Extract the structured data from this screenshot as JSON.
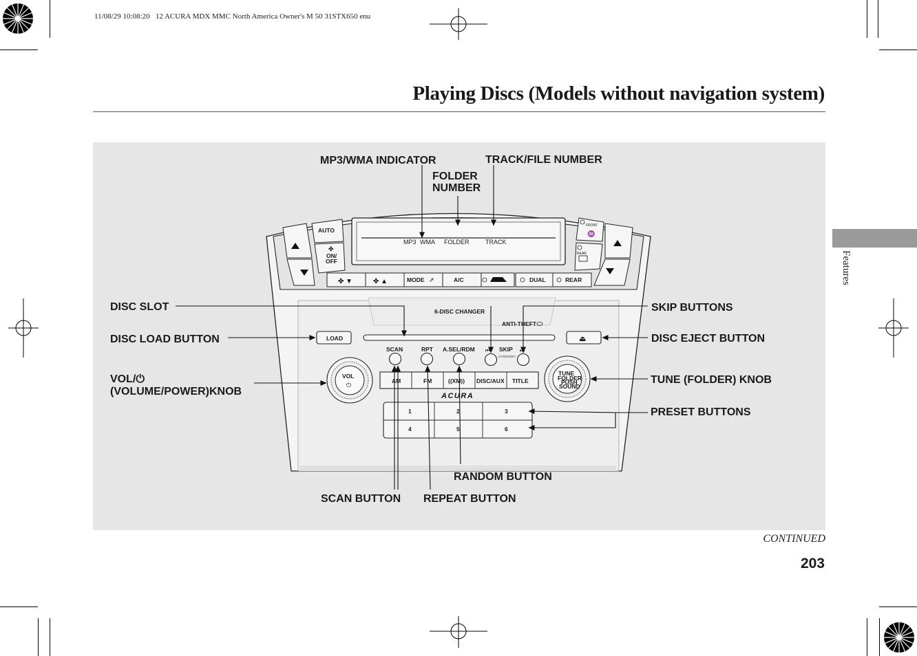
{
  "header": {
    "print_meta": "11/08/29 10:08:20   12 ACURA MDX MMC North America Owner's M 50 31STX650 enu",
    "title": "Playing Discs (Models without navigation system)"
  },
  "section_tab": {
    "label": "Features"
  },
  "footer": {
    "continued": "CONTINUED",
    "page_number": "203"
  },
  "callouts": {
    "mp3_wma_indicator": "MP3/WMA INDICATOR",
    "folder_number_line1": "FOLDER",
    "folder_number_line2": "NUMBER",
    "track_file_number": "TRACK/FILE NUMBER",
    "disc_slot": "DISC SLOT",
    "disc_load_button": "DISC LOAD BUTTON",
    "vol_knob_line1": "VOL/⏻",
    "vol_knob_line2": "(VOLUME/POWER)KNOB",
    "skip_buttons": "SKIP BUTTONS",
    "disc_eject_button": "DISC EJECT BUTTON",
    "tune_knob": "TUNE (FOLDER) KNOB",
    "preset_buttons": "PRESET BUTTONS",
    "random_button": "RANDOM BUTTON",
    "scan_button": "SCAN BUTTON",
    "repeat_button": "REPEAT BUTTON"
  },
  "panel": {
    "display": {
      "mp3": "MP3",
      "wma": "WMA",
      "folder": "FOLDER",
      "track": "TRACK"
    },
    "climate": {
      "auto": "AUTO",
      "on_off_line1": "ON/",
      "on_off_line2": "OFF",
      "front": "FRONT",
      "rear": "REAR",
      "mode": "MODE",
      "ac": "A/C",
      "dual": "DUAL",
      "rear_button": "REAR"
    },
    "disc_changer": "6-DISC CHANGER",
    "anti_theft": "ANTI-THEFT",
    "load": "LOAD",
    "eject_symbol": "⏏",
    "scan": "SCAN",
    "rpt": "RPT",
    "a_sel_rdm": "A.SEL/RDM",
    "skip": "SKIP",
    "category": "CATEGORY",
    "skip_back": "⏮",
    "skip_fwd": "⏭",
    "am": "AM",
    "fm": "FM",
    "xm": "((XM))",
    "disc_aux": "DISC/AUX",
    "title_button": "TITLE",
    "brand": "ACURA",
    "presets": [
      "1",
      "2",
      "3",
      "4",
      "5",
      "6"
    ],
    "vol_line1": "VOL",
    "vol_power_symbol": "⏻",
    "tune_line1": "TUNE",
    "tune_line2": "FOLDER",
    "tune_line3": "PUSH",
    "tune_line4": "SOUND"
  }
}
